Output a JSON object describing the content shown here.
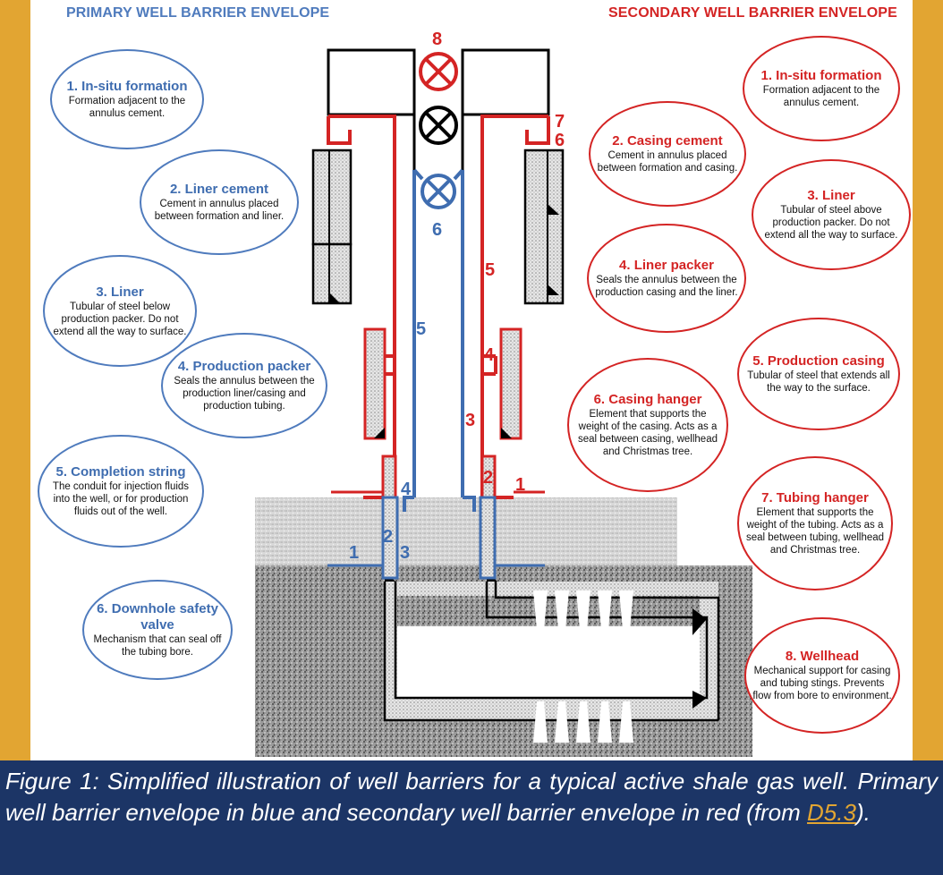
{
  "headers": {
    "primary": "PRIMARY WELL BARRIER ENVELOPE",
    "secondary": "SECONDARY WELL BARRIER ENVELOPE"
  },
  "primary_items": [
    {
      "title": "1. In-situ formation",
      "desc": "Formation adjacent to  the annulus cement."
    },
    {
      "title": "2. Liner cement",
      "desc": "Cement in annulus placed between formation and liner."
    },
    {
      "title": "3. Liner",
      "desc": "Tubular of steel below production packer. Do not extend all the way to surface."
    },
    {
      "title": "4. Production packer",
      "desc": "Seals the annulus between the production liner/casing and production tubing."
    },
    {
      "title": "5. Completion string",
      "desc": "The conduit for injection fluids into the well, or for production fluids out of the well."
    },
    {
      "title": "6. Downhole safety valve",
      "desc": "Mechanism that can seal off the tubing bore."
    }
  ],
  "secondary_items": [
    {
      "title": "1. In-situ formation",
      "desc": "Formation adjacent to  the annulus cement."
    },
    {
      "title": "2. Casing cement",
      "desc": "Cement in annulus placed between formation and casing."
    },
    {
      "title": "3. Liner",
      "desc": "Tubular of steel above production packer. Do not extend all the way to surface."
    },
    {
      "title": "4. Liner packer",
      "desc": "Seals the annulus between the production casing and the liner."
    },
    {
      "title": "5. Production casing",
      "desc": "Tubular of steel that extends all the way to the surface."
    },
    {
      "title": "6. Casing hanger",
      "desc": "Element that supports the weight of the casing. Acts as a seal between casing, wellhead and Christmas tree."
    },
    {
      "title": "7. Tubing hanger",
      "desc": "Element that supports the weight of the tubing. Acts as a seal between tubing, wellhead and Christmas tree."
    },
    {
      "title": "8. Wellhead",
      "desc": "Mechanical support for casing and tubing stings. Prevents flow from bore to environment."
    }
  ],
  "diagram_labels": {
    "valve_top": "8",
    "blue_valve": "6",
    "tubing": "5",
    "red_casing": "5",
    "red_hanger_7": "7",
    "red_hanger_6": "6",
    "red_packer": "4",
    "red_liner": "3",
    "red_cement": "2",
    "red_formation": "1",
    "blue_packer": "4",
    "blue_cement": "2",
    "blue_liner": "3",
    "blue_formation": "1"
  },
  "colors": {
    "primary": "#3f6db0",
    "secondary": "#d42424",
    "frame": "#e2a532",
    "caption_bg": "#1c3566"
  },
  "caption": {
    "text": "Figure 1: Simplified illustration of well barriers for a typical active shale gas well. Primary well barrier envelope in blue and secondary well barrier envelope in red (from ",
    "link": "D5.3",
    "end": ")."
  }
}
